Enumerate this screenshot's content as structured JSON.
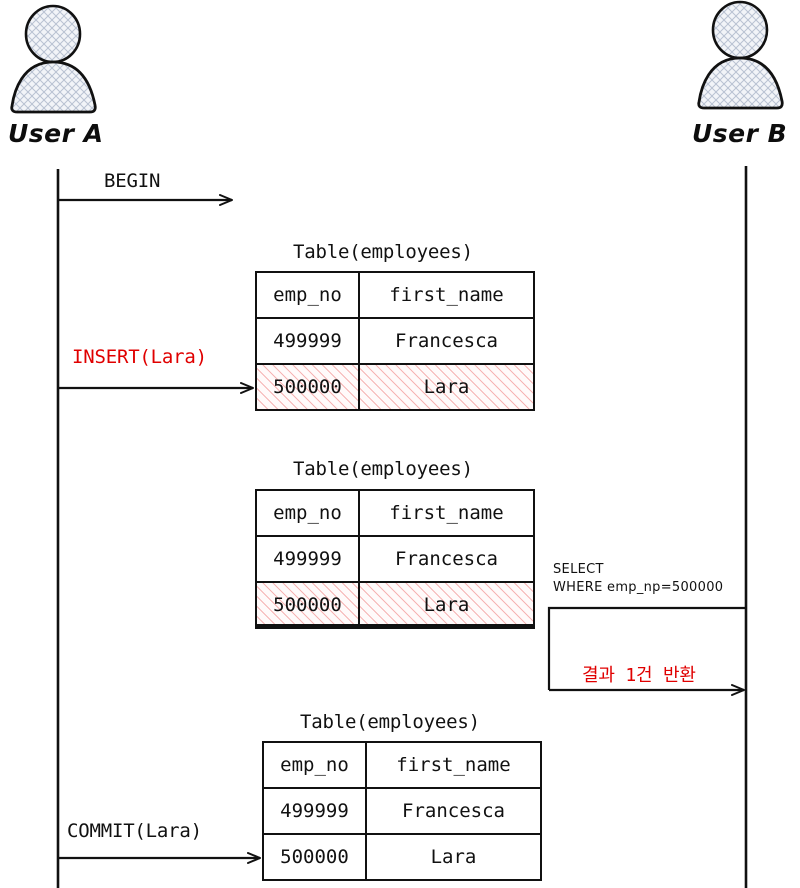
{
  "diagram": {
    "type": "sequence-diagram",
    "topic": "dirty-read / uncommitted insert visibility"
  },
  "actors": [
    {
      "id": "user-a",
      "label": "User A",
      "icon": "person-icon"
    },
    {
      "id": "user-b",
      "label": "User B",
      "icon": "person-icon"
    }
  ],
  "messages": [
    {
      "id": "begin",
      "label": "BEGIN",
      "color": "#111111",
      "from": "user-a"
    },
    {
      "id": "insert",
      "label": "INSERT(Lara)",
      "color": "#e00000",
      "from": "user-a"
    },
    {
      "id": "select",
      "label": "SELECT\nWHERE emp_np=500000",
      "color": "#111111",
      "from": "user-b"
    },
    {
      "id": "result",
      "label": "결과 1건 반환",
      "color": "#e00000",
      "from": "user-b"
    },
    {
      "id": "commit",
      "label": "COMMIT(Lara)",
      "color": "#111111",
      "from": "user-a"
    }
  ],
  "tables": [
    {
      "id": "table-1",
      "title": "Table(employees)",
      "columns": [
        "emp_no",
        "first_name"
      ],
      "rows": [
        {
          "cells": [
            "499999",
            "Francesca"
          ],
          "hatched": false
        },
        {
          "cells": [
            "500000",
            "Lara"
          ],
          "hatched": true
        }
      ]
    },
    {
      "id": "table-2",
      "title": "Table(employees)",
      "columns": [
        "emp_no",
        "first_name"
      ],
      "rows": [
        {
          "cells": [
            "499999",
            "Francesca"
          ],
          "hatched": false
        },
        {
          "cells": [
            "500000",
            "Lara"
          ],
          "hatched": true
        }
      ]
    },
    {
      "id": "table-3",
      "title": "Table(employees)",
      "columns": [
        "emp_no",
        "first_name"
      ],
      "rows": [
        {
          "cells": [
            "499999",
            "Francesca"
          ],
          "hatched": false
        },
        {
          "cells": [
            "500000",
            "Lara"
          ],
          "hatched": false
        }
      ]
    }
  ],
  "colors": {
    "ink": "#111111",
    "accent_red": "#e00000",
    "hatch": "#e8a0a0",
    "actor_fill": "#eceff5",
    "background": "#ffffff"
  }
}
